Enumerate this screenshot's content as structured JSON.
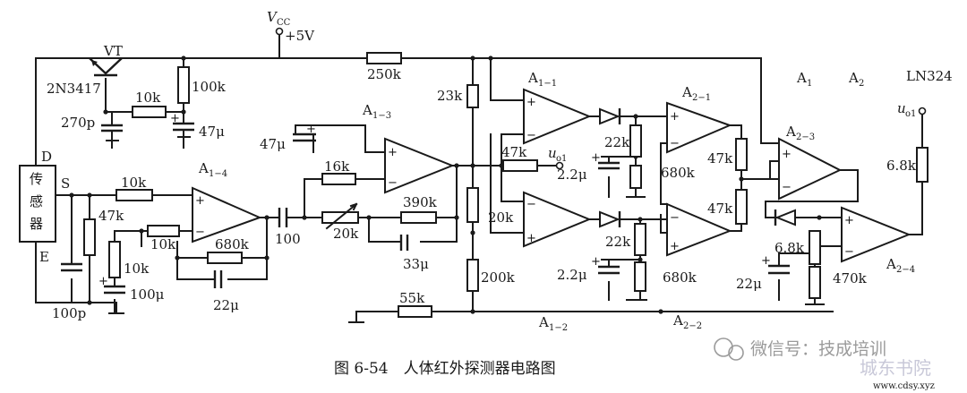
{
  "labels": {
    "vcc": "V",
    "vcc_sub": "CC",
    "plus5v": "+5V",
    "vt": "VT",
    "transistor": "2N3417",
    "r_10k_top": "10k",
    "r_100k": "100k",
    "c_270p": "270p",
    "c_47u_top": "47μ",
    "r_250k": "250k",
    "r_23k": "23k",
    "c_47u_a13": "47μ",
    "r_16k": "16k",
    "r_390k": "390k",
    "r_20k_pot": "20k",
    "c_33u": "33μ",
    "c_100": "100",
    "r_10k_s": "10k",
    "r_47k_in": "47k",
    "r_10k_fb": "10k",
    "r_10k_low": "10k",
    "c_100u": "100μ",
    "c_100p": "100p",
    "r_680k_a14": "680k",
    "c_22u_a14": "22μ",
    "r_200k": "200k",
    "r_55k": "55k",
    "r_20k": "20k",
    "r_47k_uo": "47k",
    "uo1_mid": "u",
    "uo1_mid_sub": "o1",
    "r_22k_a": "22k",
    "c_22u_small_a": "2.2μ",
    "r_680k_a21": "680k",
    "r_22k_b": "22k",
    "c_22u_small_b": "2.2μ",
    "r_680k_a22": "680k",
    "r_47k_a": "47k",
    "r_47k_b": "47k",
    "r_68k_out": "6.8k",
    "r_68k_a24": "6.8k",
    "c_22u_a24": "22μ",
    "r_470k": "470k",
    "uo1_out": "u",
    "uo1_out_sub": "o1",
    "ln324": "LN324",
    "legend_a1": "A",
    "legend_a1_sub": "1",
    "legend_a2": "A",
    "legend_a2_sub": "2",
    "sensor_1": "传",
    "sensor_2": "感",
    "sensor_3": "器",
    "pin_d": "D",
    "pin_s": "S",
    "pin_e": "E"
  },
  "opamps": {
    "a11": {
      "name": "A",
      "sub": "1−1"
    },
    "a12": {
      "name": "A",
      "sub": "1−2"
    },
    "a13": {
      "name": "A",
      "sub": "1−3"
    },
    "a14": {
      "name": "A",
      "sub": "1−4"
    },
    "a21": {
      "name": "A",
      "sub": "2−1"
    },
    "a22": {
      "name": "A",
      "sub": "2−2"
    },
    "a23": {
      "name": "A",
      "sub": "2−3"
    },
    "a24": {
      "name": "A",
      "sub": "2−4"
    }
  },
  "caption": "图 6-54　人体红外探测器电路图",
  "watermark": {
    "wechat": "微信号：技成培训",
    "brand": "城东书院",
    "url": "www.cdsy.xyz"
  },
  "colors": {
    "ink": "#1a1a1a",
    "watermark": "#9a9a9a"
  }
}
